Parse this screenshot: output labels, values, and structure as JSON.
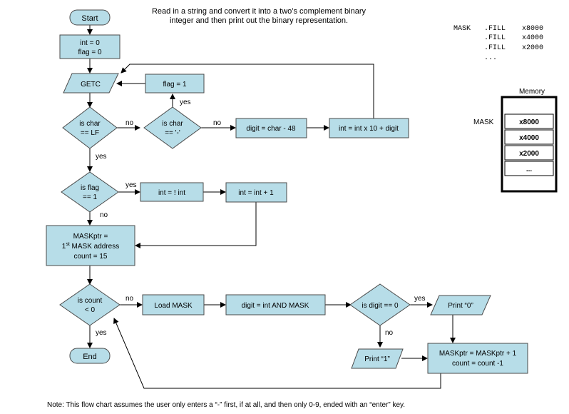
{
  "title_lines": [
    "Read in a string and convert it into a two’s complement binary",
    "integer and then print out the binary representation."
  ],
  "mask_table": [
    {
      "label": "MASK",
      "op": ".FILL",
      "value": "x8000"
    },
    {
      "label": "",
      "op": ".FILL",
      "value": "x4000"
    },
    {
      "label": "",
      "op": ".FILL",
      "value": "x2000"
    },
    {
      "label": "",
      "op": "...",
      "value": ""
    }
  ],
  "memory": {
    "title": "Memory",
    "label": "MASK",
    "cells": [
      "x8000",
      "x4000",
      "x2000",
      "..."
    ]
  },
  "nodes": {
    "start": "Start",
    "init": [
      "int = 0",
      "flag = 0"
    ],
    "getc": "GETC",
    "flag1": "flag = 1",
    "is_lf": [
      "is char",
      "== LF"
    ],
    "is_minus": [
      "is char",
      "== '-'"
    ],
    "digit_calc": "digit = char - 48",
    "int_calc": "int = int x 10 + digit",
    "is_flag": [
      "is flag",
      "== 1"
    ],
    "not_int": "int = ! int",
    "int_plus": "int = int + 1",
    "maskptr": [
      "MASKptr =",
      "1",
      "st",
      " MASK address",
      "count = 15"
    ],
    "is_count": [
      "is count",
      "< 0"
    ],
    "load_mask": "Load MASK",
    "digit_and": "digit = int AND MASK",
    "is_digit0": "is digit == 0",
    "print0": "Print “0”",
    "print1": "Print “1”",
    "update": [
      "MASKptr = MASKptr + 1",
      "count = count -1"
    ],
    "end": "End"
  },
  "edge_labels": {
    "yes": "yes",
    "no": "no"
  },
  "note": "Note:  This flow chart assumes the user only enters a “-” first, if at all, and then only 0-9, ended with an “enter” key."
}
